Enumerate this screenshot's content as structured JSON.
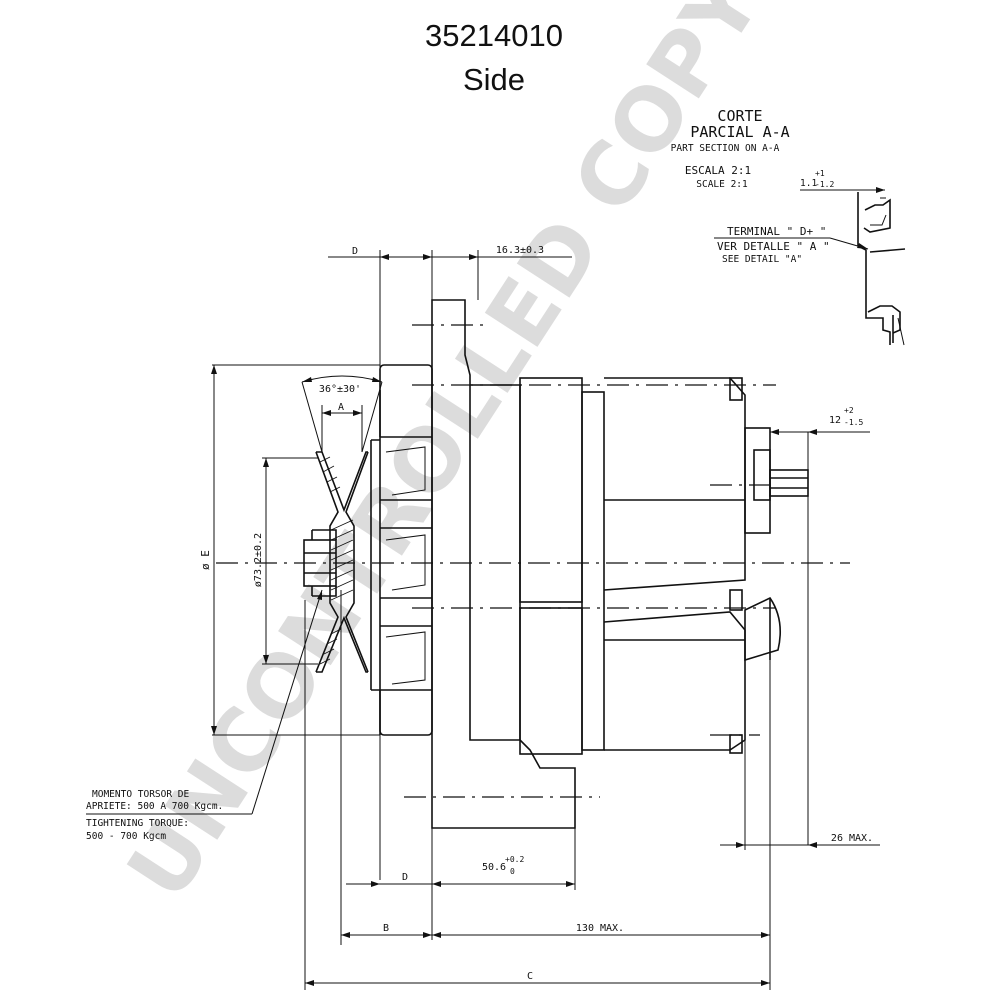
{
  "title": {
    "part_number": "35214010",
    "view": "Side"
  },
  "watermark": "UNCONTROLLED COPY",
  "section_note": {
    "line1": "CORTE",
    "line2": "PARCIAL  A-A",
    "line3": "PART SECTION ON A-A",
    "scale_es": "ESCALA 2:1",
    "scale_en": "SCALE 2:1"
  },
  "detail_note": {
    "terminal": "TERMINAL \" D+ \"",
    "ver": "VER DETALLE \" A \"",
    "see": "SEE DETAIL \"A\""
  },
  "torque_note": {
    "es_line1": "MOMENTO TORSOR DE",
    "es_line2": "APRIETE: 500 A 700 Kgcm.",
    "en_line1": "TIGHTENING TORQUE:",
    "en_line2": "500 - 700 Kgcm"
  },
  "dimensions": {
    "d_top": "D",
    "d_bottom": "D",
    "width_top": "16.3±0.3",
    "angle": "36°±30'",
    "a": "A",
    "diameter_e": "ø E",
    "pulley_dia": "ø73.2±0.2",
    "detail_tol_base": "1.1",
    "detail_tol_plus": "+1",
    "detail_tol_minus": "-1.2",
    "stud_base": "12",
    "stud_plus": "+2",
    "stud_minus": "-1.5",
    "flange_base": "50.6",
    "flange_plus": "+0.2",
    "flange_minus": "0",
    "max_26": "26  MAX.",
    "b": "B",
    "max_130": "130  MAX.",
    "c": "C"
  }
}
